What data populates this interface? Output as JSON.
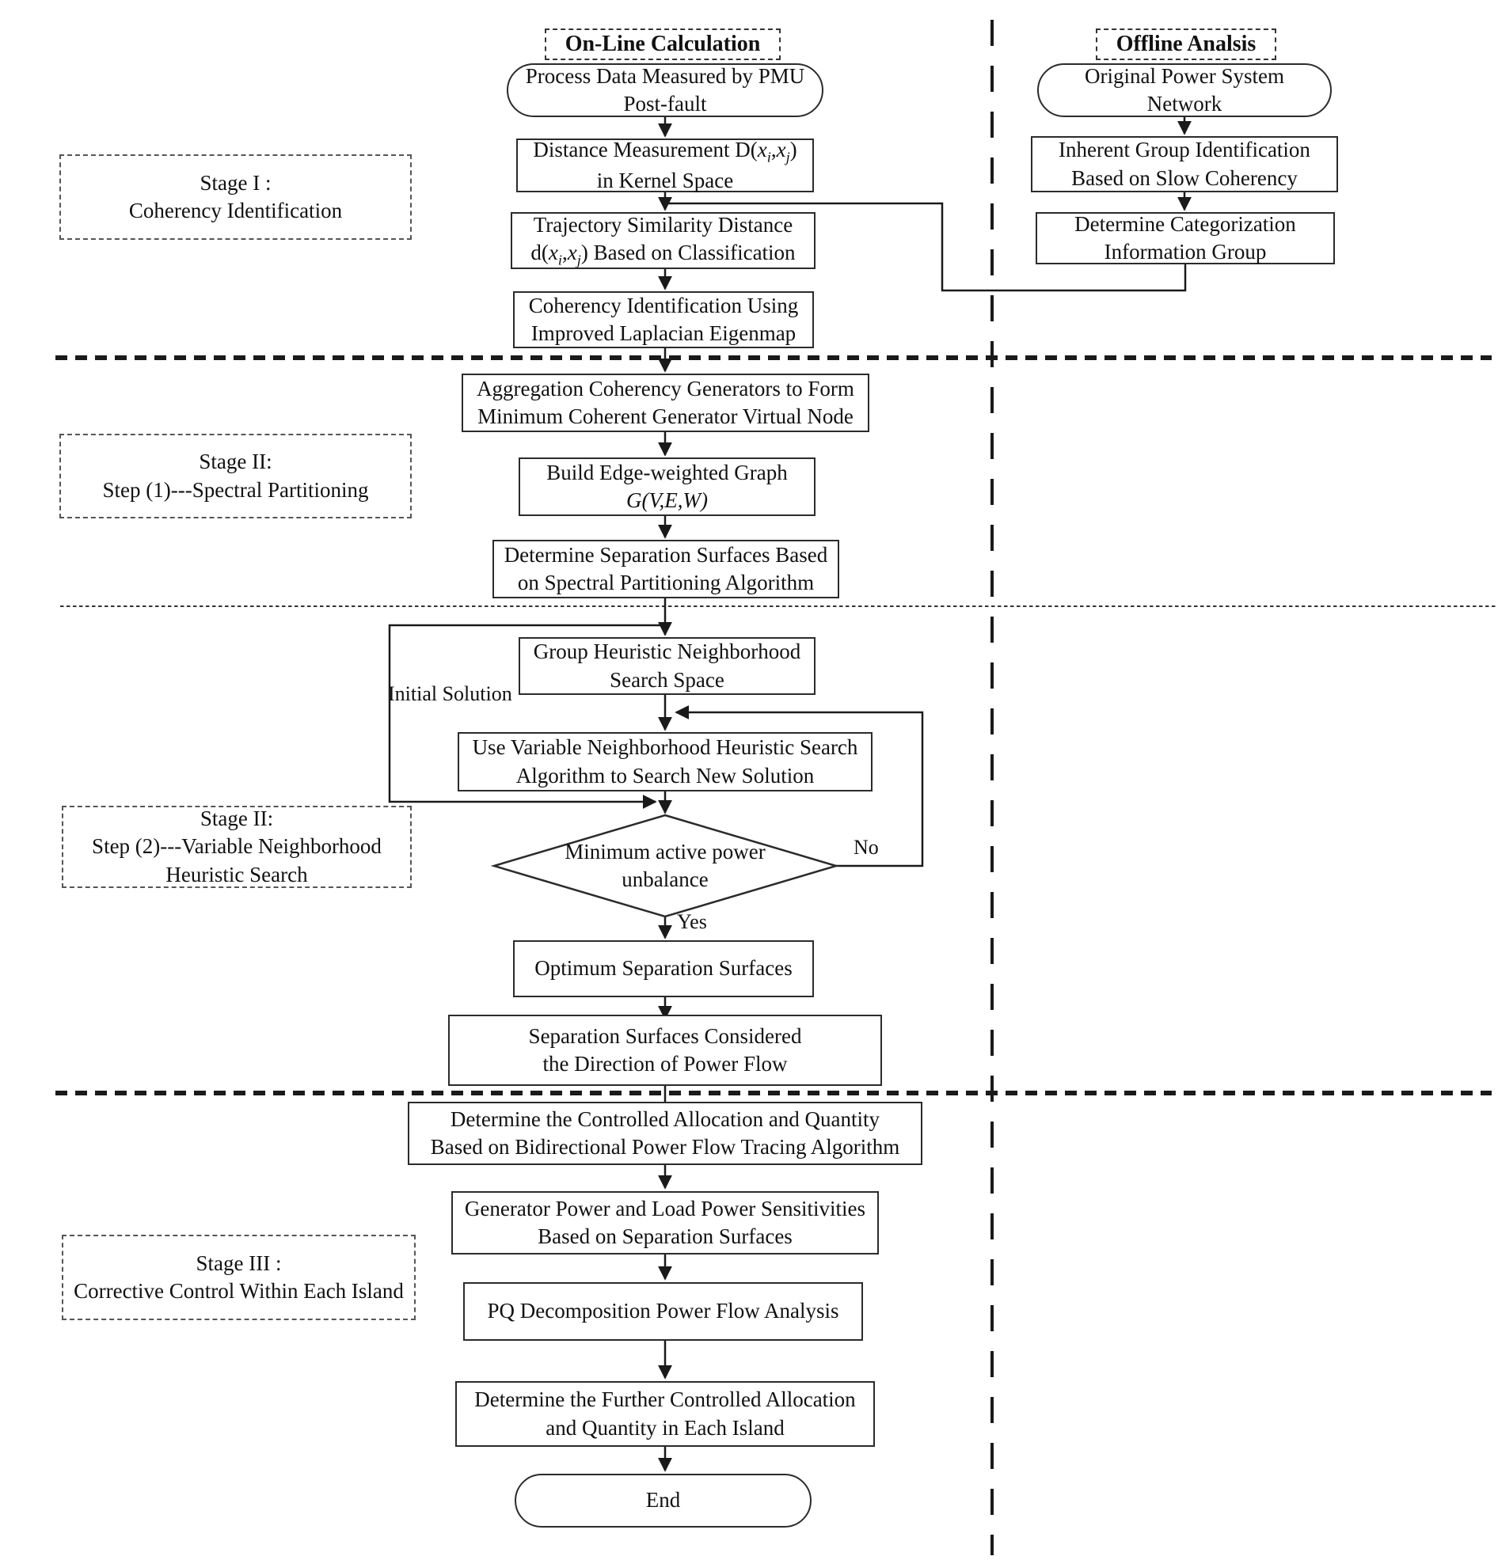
{
  "columns": {
    "online_header": "On-Line Calculation",
    "offline_header": "Offline Analsis"
  },
  "stages": [
    {
      "label": [
        "Stage I :",
        "Coherency Identification"
      ]
    },
    {
      "label": [
        "Stage II:",
        "Step (1)---Spectral Partitioning"
      ]
    },
    {
      "label": [
        "Stage II:",
        "Step (2)---Variable Neighborhood",
        "Heuristic Search"
      ]
    },
    {
      "label": [
        "Stage III :",
        "Corrective Control Within Each Island"
      ]
    }
  ],
  "online_flow": {
    "start": [
      "Process Data Measured by PMU",
      "Post-fault"
    ],
    "distance_rich": [
      {
        "t": "Distance Measurement D("
      },
      {
        "t": "x",
        "it": true
      },
      {
        "t": "i",
        "sub": true
      },
      {
        "t": ","
      },
      {
        "t": "x",
        "it": true
      },
      {
        "t": "j",
        "sub": true
      },
      {
        "t": ")"
      },
      {
        "br": true
      },
      {
        "t": "in Kernel Space"
      }
    ],
    "trajectory_rich": [
      {
        "t": "Trajectory Similarity Distance"
      },
      {
        "br": true
      },
      {
        "t": "d("
      },
      {
        "t": "x",
        "it": true
      },
      {
        "t": "i",
        "sub": true
      },
      {
        "t": ","
      },
      {
        "t": "x",
        "it": true
      },
      {
        "t": "j",
        "sub": true
      },
      {
        "t": ") Based on Classification"
      }
    ],
    "coherency": [
      "Coherency Identification Using",
      "Improved Laplacian Eigenmap"
    ],
    "aggregation": [
      "Aggregation Coherency Generators to Form",
      "Minimum Coherent Generator Virtual Node"
    ],
    "build_rich": [
      {
        "t": "Build Edge-weighted Graph"
      },
      {
        "br": true
      },
      {
        "t": "G(V,E,W)",
        "it": true
      }
    ],
    "determine_sep": [
      "Determine Separation Surfaces Based",
      "on Spectral Partitioning Algorithm"
    ],
    "group": [
      "Group Heuristic Neighborhood",
      "Search Space"
    ],
    "use": [
      "Use Variable Neighborhood Heuristic Search",
      "Algorithm to Search New Solution"
    ],
    "decision": [
      "Minimum active power",
      "unbalance"
    ],
    "optimum": "Optimum Separation Surfaces",
    "sep_considered": [
      "Separation Surfaces Considered",
      "the Direction of Power Flow"
    ],
    "det_controlled": [
      "Determine the Controlled Allocation and Quantity",
      "Based on Bidirectional Power Flow Tracing Algorithm"
    ],
    "generator": [
      "Generator Power and Load Power Sensitivities",
      "Based on Separation Surfaces"
    ],
    "pq": "PQ Decomposition Power Flow Analysis",
    "det_further": [
      "Determine the Further Controlled Allocation",
      "and Quantity in Each Island"
    ],
    "end": "End"
  },
  "offline_flow": {
    "start": [
      "Original Power System",
      "Network"
    ],
    "inherent": [
      "Inherent Group Identification",
      "Based on Slow Coherency"
    ],
    "categorization": [
      "Determine Categorization",
      "Information Group"
    ]
  },
  "labels": {
    "yes": "Yes",
    "no": "No",
    "initial": "Initial Solution"
  },
  "colors": {
    "line": "#1a1a1a",
    "border": "#2b2b2b",
    "text": "#111111",
    "background": "#ffffff"
  }
}
